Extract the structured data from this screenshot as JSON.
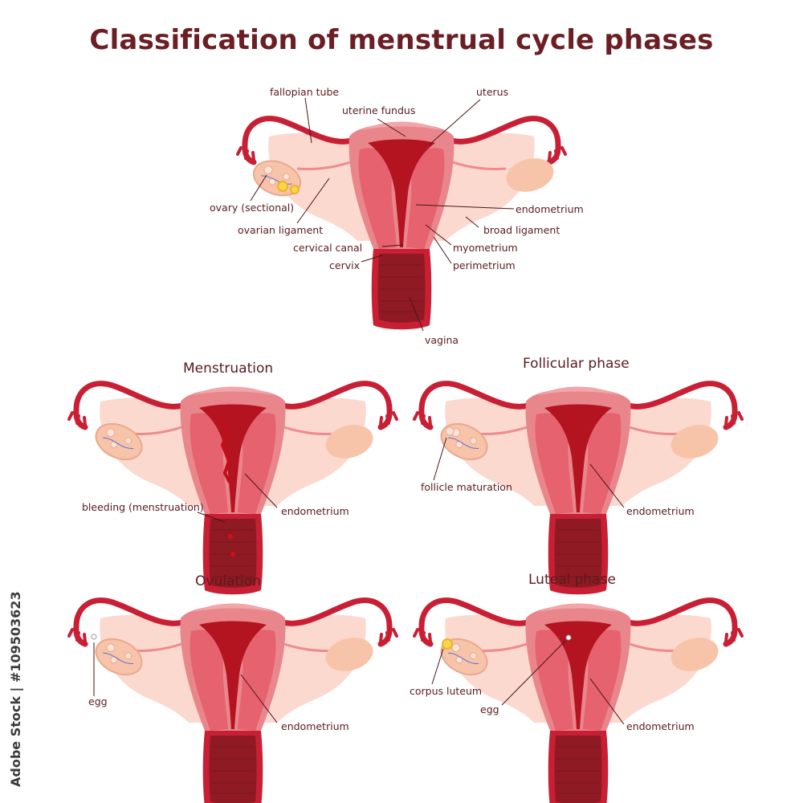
{
  "title": "Classification of menstrual cycle phases",
  "watermark": "Adobe Stock | #109503623",
  "colors": {
    "title": "#6b1f24",
    "label": "#5a1a1e",
    "tube": "#c81f35",
    "ligament": "#fbd9cf",
    "uterus_outer": "#e9868c",
    "myometrium": "#e5626e",
    "cavity": "#b3141f",
    "ovary": "#f7c4a9",
    "vagina": "#8f1a24"
  },
  "main_labels": {
    "fallopian_tube": "fallopian tube",
    "uterine_fundus": "uterine fundus",
    "uterus": "uterus",
    "ovary": "ovary (sectional)",
    "ovarian_ligament": "ovarian ligament",
    "endometrium": "endometrium",
    "broad_ligament": "broad ligament",
    "myometrium": "myometrium",
    "cervical_canal": "cervical canal",
    "perimetrium": "perimetrium",
    "cervix": "cervix",
    "vagina": "vagina"
  },
  "phases": {
    "menstruation": {
      "title": "Menstruation",
      "label_a": "bleeding (menstruation)",
      "label_b": "endometrium"
    },
    "follicular": {
      "title": "Follicular phase",
      "label_a": "follicle maturation",
      "label_b": "endometrium"
    },
    "ovulation": {
      "title": "Ovulation",
      "label_a": "egg",
      "label_b": "endometrium"
    },
    "luteal": {
      "title": "Luteal phase",
      "label_a": "corpus luteum",
      "label_b": "egg",
      "label_c": "endometrium"
    }
  }
}
